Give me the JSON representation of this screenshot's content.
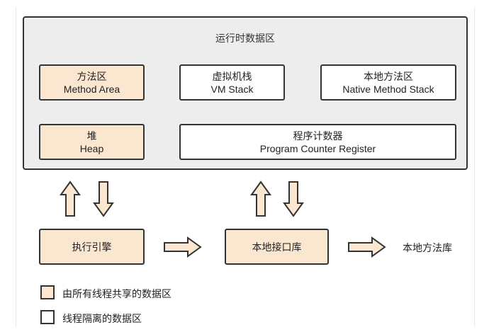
{
  "diagram": {
    "runtime_area": {
      "title": "运行时数据区"
    },
    "boxes": {
      "method_area": {
        "zh": "方法区",
        "en": "Method Area"
      },
      "vm_stack": {
        "zh": "虚拟机栈",
        "en": "VM Stack"
      },
      "native_method_stack": {
        "zh": "本地方法区",
        "en": "Native Method Stack"
      },
      "heap": {
        "zh": "堆",
        "en": "Heap"
      },
      "program_counter": {
        "zh": "程序计数器",
        "en": "Program Counter Register"
      },
      "execution_engine": {
        "zh": "执行引擎"
      },
      "native_interface": {
        "zh": "本地接口库"
      }
    },
    "native_library_label": "本地方法库",
    "legend": {
      "shared": "由所有线程共享的数据区",
      "isolated": "线程隔离的数据区"
    },
    "colors": {
      "shared_fill": "#fbe6cf",
      "isolated_fill": "#ffffff",
      "runtime_area_fill": "#ededed",
      "stroke": "#333333"
    }
  }
}
